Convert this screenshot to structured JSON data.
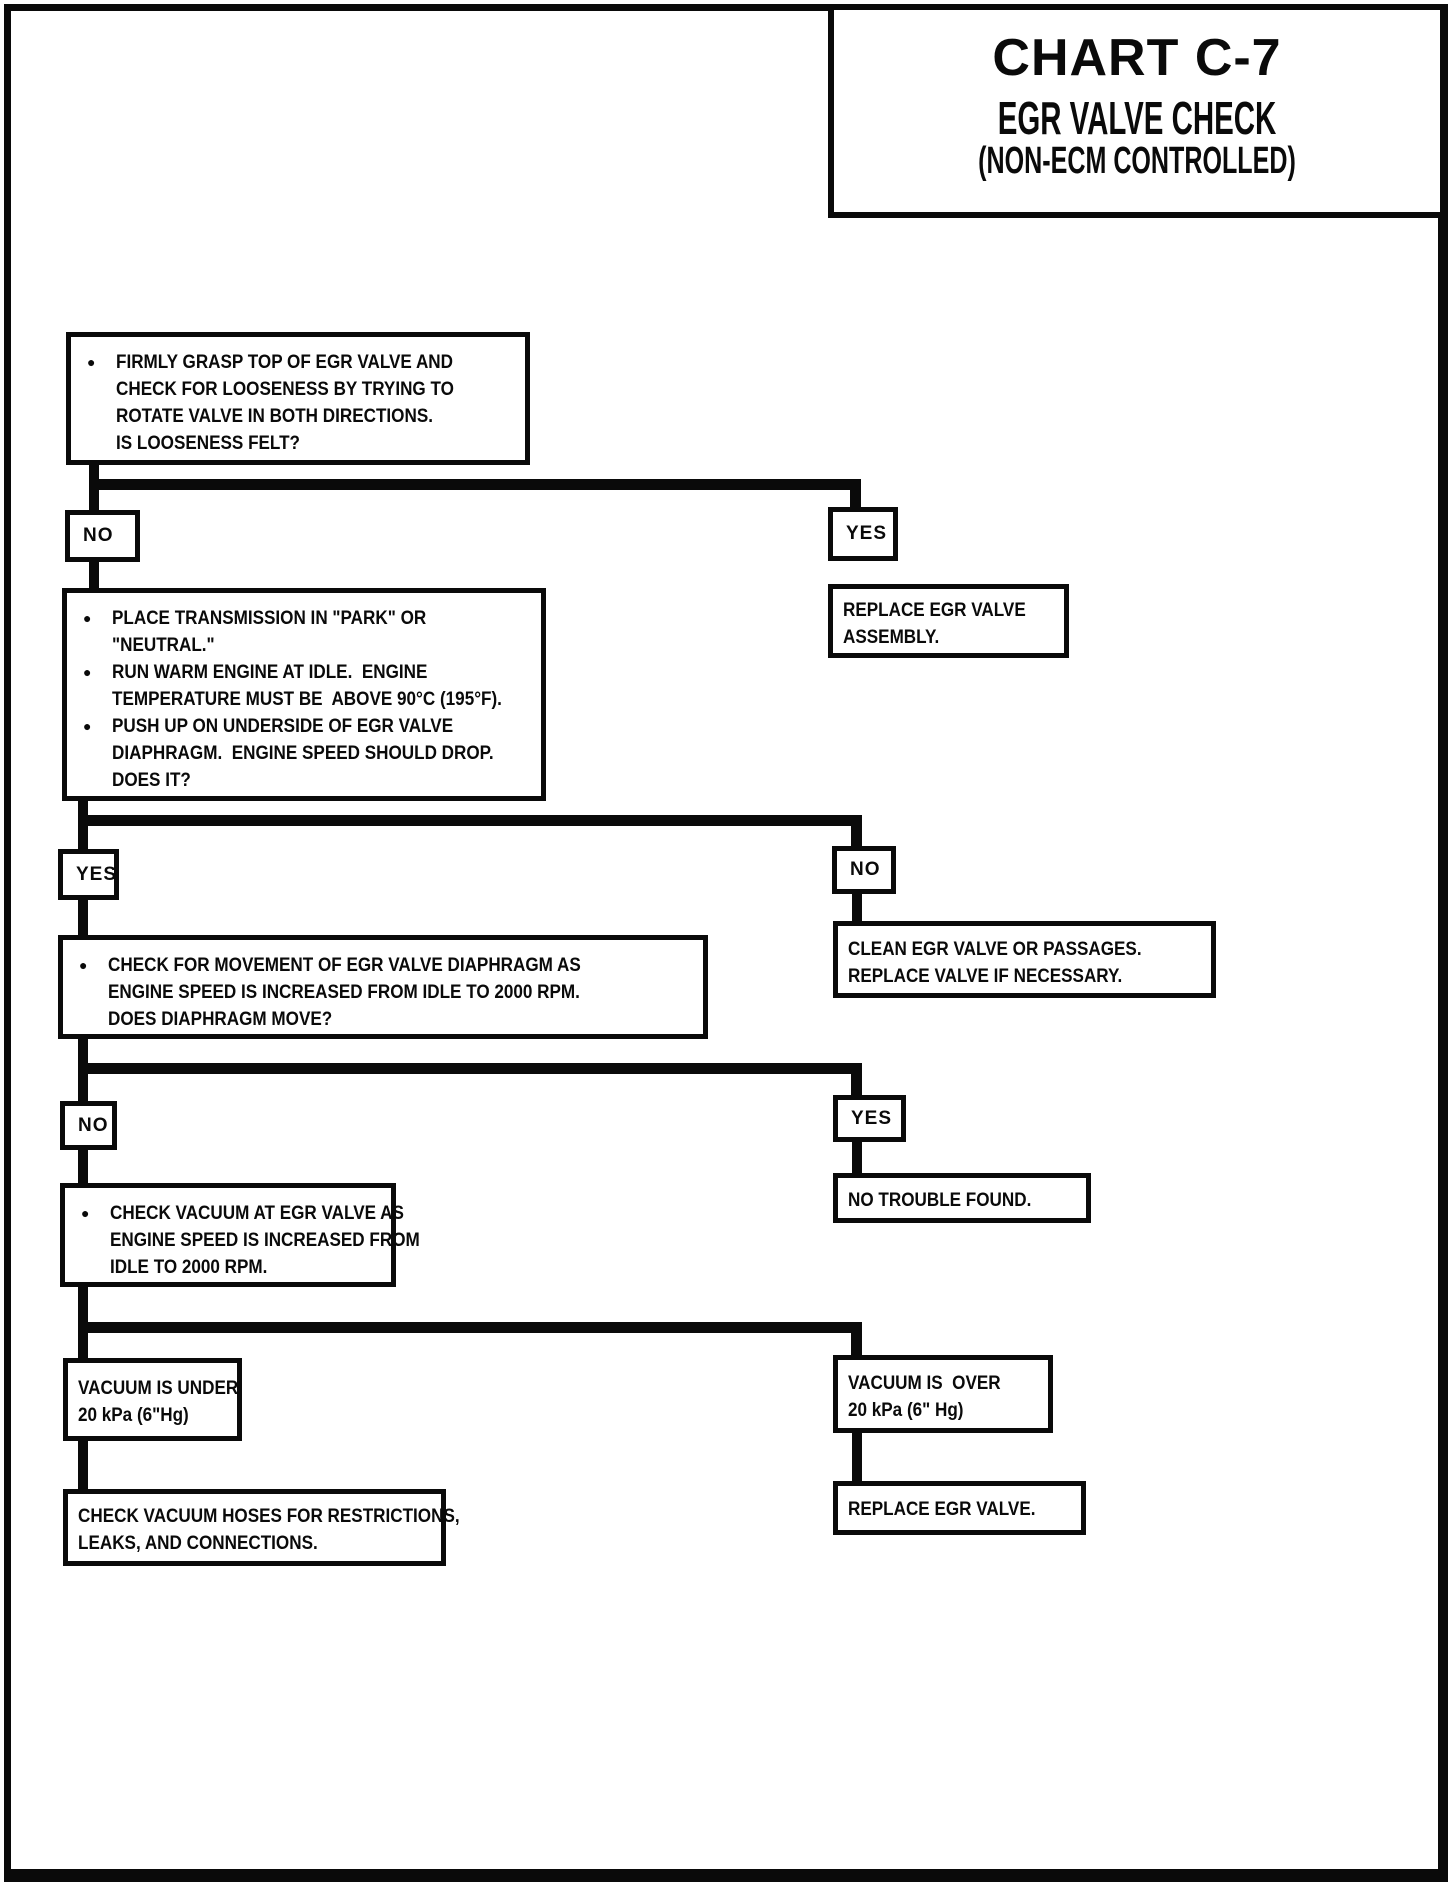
{
  "title": {
    "line1": "CHART C-7",
    "line2": "EGR VALVE CHECK",
    "line3": "(NON-ECM CONTROLLED)"
  },
  "glyphs": {
    "bullet": "●"
  },
  "colors": {
    "ink": "#0a0a0a",
    "paper": "#ffffff"
  },
  "nodes": {
    "q1": {
      "bullets": [
        "FIRMLY GRASP TOP OF EGR VALVE AND\nCHECK FOR LOOSENESS BY TRYING TO\nROTATE VALVE IN BOTH DIRECTIONS.\nIS LOOSENESS FELT?"
      ]
    },
    "no1": "NO",
    "yes1": "YES",
    "replace_assembly": "REPLACE EGR VALVE\nASSEMBLY.",
    "q2": {
      "bullets": [
        "PLACE TRANSMISSION IN \"PARK\" OR\n\"NEUTRAL.\"",
        "RUN WARM ENGINE AT IDLE.  ENGINE\nTEMPERATURE MUST BE  ABOVE 90°C (195°F).",
        "PUSH UP ON UNDERSIDE OF EGR VALVE\nDIAPHRAGM.  ENGINE SPEED SHOULD DROP.\nDOES IT?"
      ]
    },
    "yes2": "YES",
    "no2": "NO",
    "clean_valve": "CLEAN EGR VALVE OR PASSAGES.\nREPLACE VALVE IF NECESSARY.",
    "q3": {
      "bullets": [
        "CHECK FOR MOVEMENT OF EGR VALVE DIAPHRAGM AS\nENGINE SPEED IS INCREASED FROM IDLE TO 2000 RPM.\nDOES DIAPHRAGM MOVE?"
      ]
    },
    "no3": "NO",
    "yes3": "YES",
    "no_trouble": "NO TROUBLE FOUND.",
    "q4": {
      "bullets": [
        "CHECK VACUUM AT EGR VALVE AS\nENGINE SPEED IS INCREASED FROM\nIDLE TO 2000 RPM."
      ]
    },
    "vac_under": "VACUUM IS UNDER\n20 kPa (6\"Hg)",
    "vac_over": "VACUUM IS  OVER\n20 kPa (6\" Hg)",
    "check_hoses": "CHECK VACUUM HOSES FOR RESTRICTIONS,\nLEAKS, AND CONNECTIONS.",
    "replace_valve": "REPLACE EGR VALVE."
  }
}
